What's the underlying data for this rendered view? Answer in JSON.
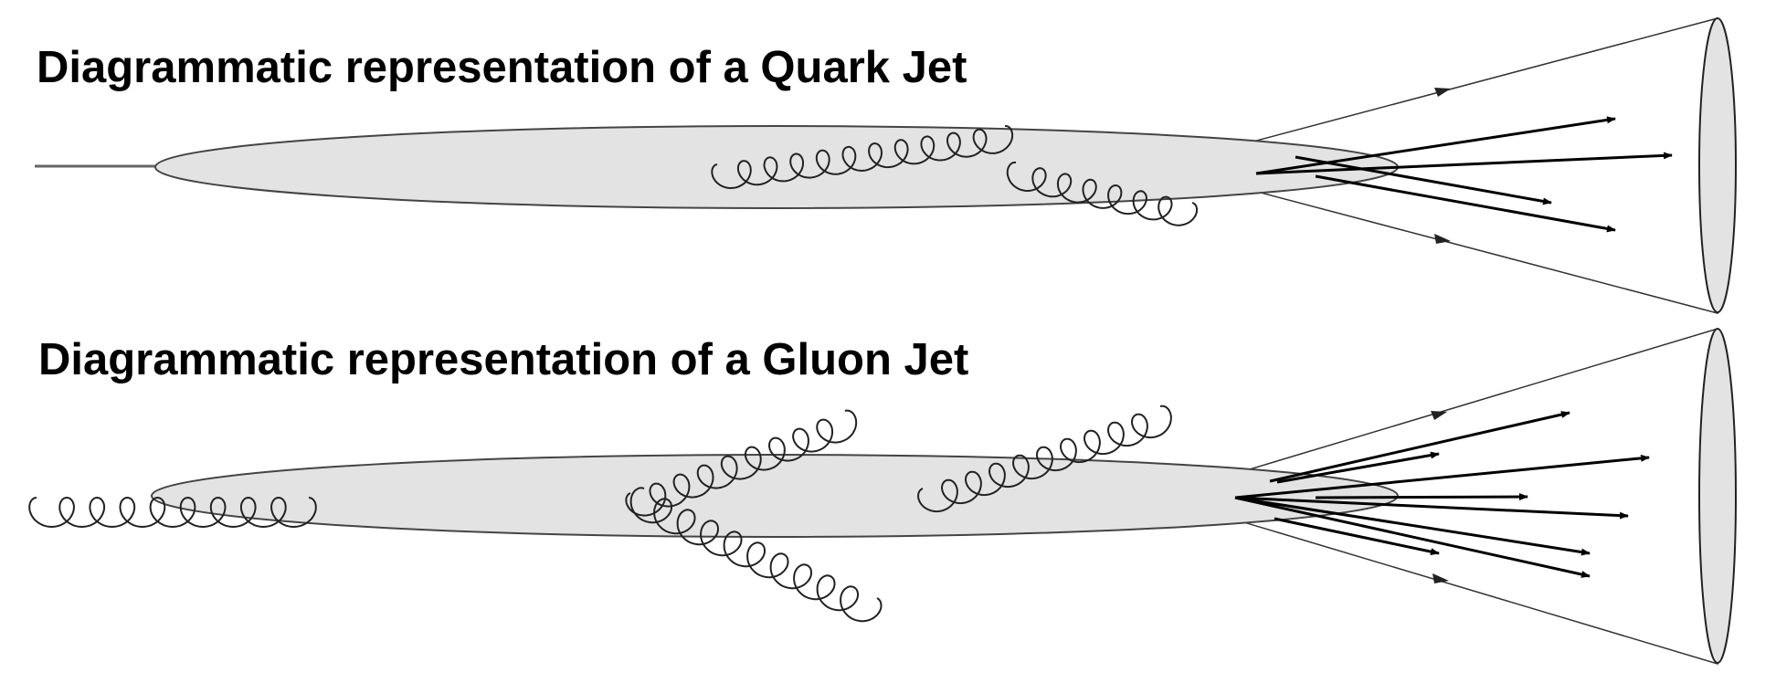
{
  "diagrams": [
    {
      "id": "quark",
      "title": "Diagrammatic representation of a Quark Jet",
      "incoming": "quark-line",
      "gluon_emissions": 2,
      "final_state_arrows": 4
    },
    {
      "id": "gluon",
      "title": "Diagrammatic representation of a Gluon Jet",
      "incoming": "gluon-spring",
      "gluon_emissions": 3,
      "final_state_arrows": 8
    }
  ],
  "colors": {
    "ellipse_fill": "#e3e3e3",
    "stroke": "#333333",
    "arrow": "#000000",
    "text": "#000000"
  }
}
